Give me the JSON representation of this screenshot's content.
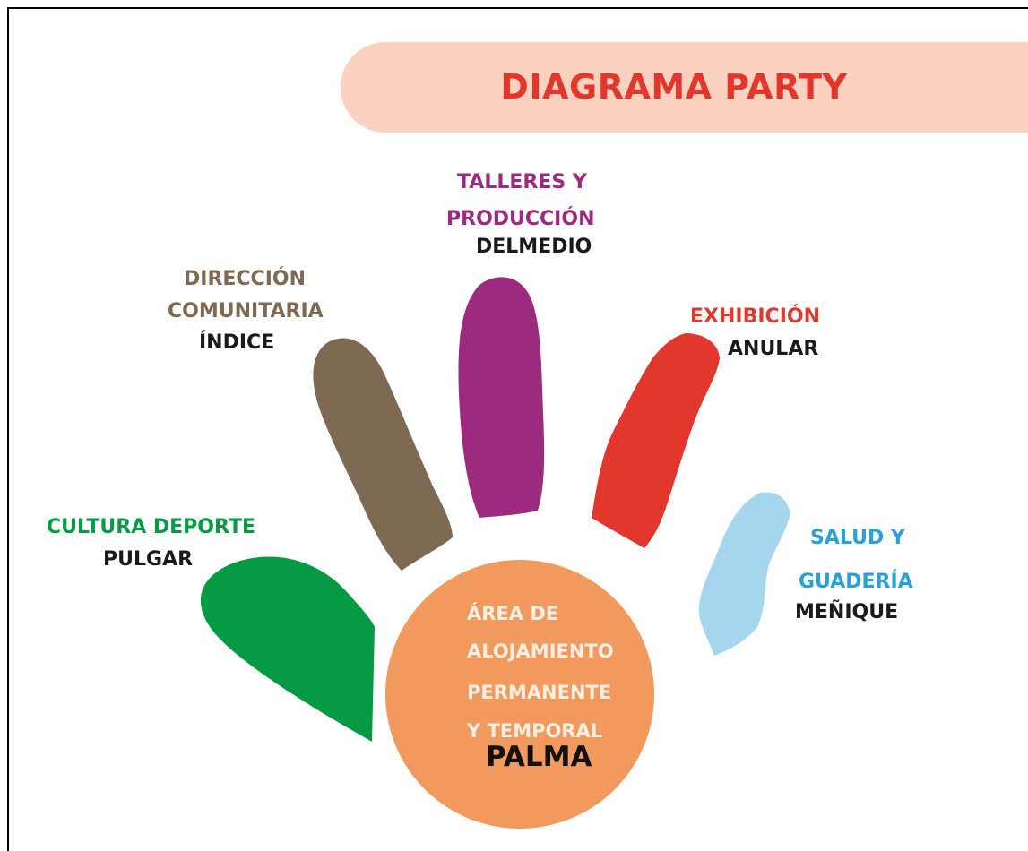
{
  "title": "DIAGRAMA PARTY",
  "colors": {
    "banner": "#fbd1bf",
    "title": "#e2372c",
    "thumb": "#069a44",
    "index": "#7e6a52",
    "middle": "#9c2a7e",
    "ring": "#e2372c",
    "pinky": "#a5d6ed",
    "palm": "#f29a5e"
  },
  "fingers": {
    "thumb": {
      "category": "CULTURA DEPORTE",
      "finger": "PULGAR"
    },
    "index": {
      "category_line1": "DIRECCIÓN",
      "category_line2": "COMUNITARIA",
      "finger": "ÍNDICE"
    },
    "middle": {
      "category_line1": "TALLERES Y",
      "category_line2": "PRODUCCIÓN",
      "finger": "DELMEDIO"
    },
    "ring": {
      "category": "EXHIBICIÓN",
      "finger": "ANULAR"
    },
    "pinky": {
      "category_line1": "SALUD Y",
      "category_line2": "GUADERÍA",
      "finger": "MEÑIQUE"
    }
  },
  "palm": {
    "lines": [
      "ÁREA DE",
      "ALOJAMIENTO",
      "PERMANENTE",
      "Y TEMPORAL"
    ],
    "name": "PALMA"
  }
}
